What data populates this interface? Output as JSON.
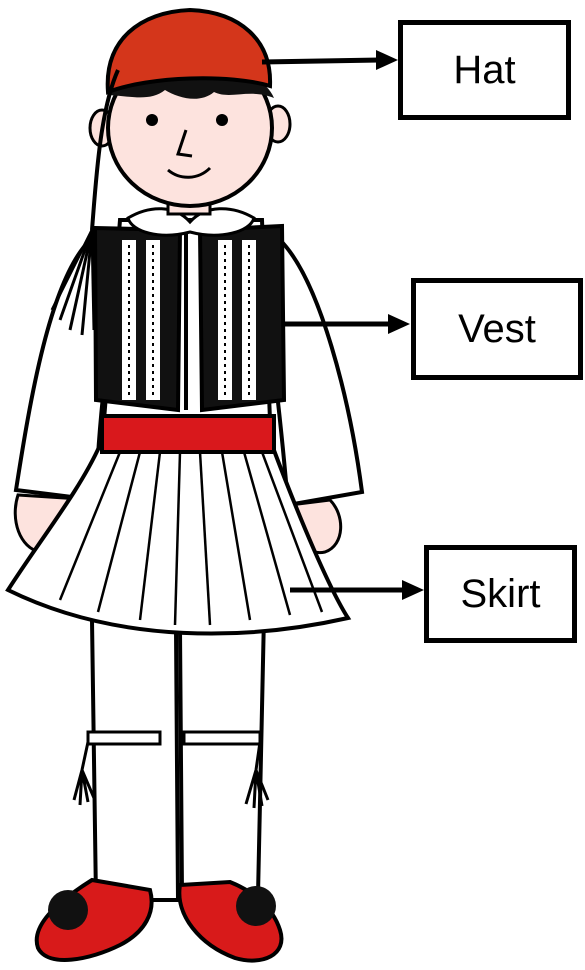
{
  "labels": {
    "hat": "Hat",
    "vest": "Vest",
    "skirt": "Skirt"
  },
  "colors": {
    "hat_red": "#d4361b",
    "belt_red": "#d9181c",
    "shoe_red": "#d81a1a",
    "skin": "#fde3de",
    "outline": "#000000",
    "vest_black": "#111111"
  },
  "icons": {
    "figure": "evzone-costume-boy-illustration",
    "arrow": "right-arrow"
  }
}
